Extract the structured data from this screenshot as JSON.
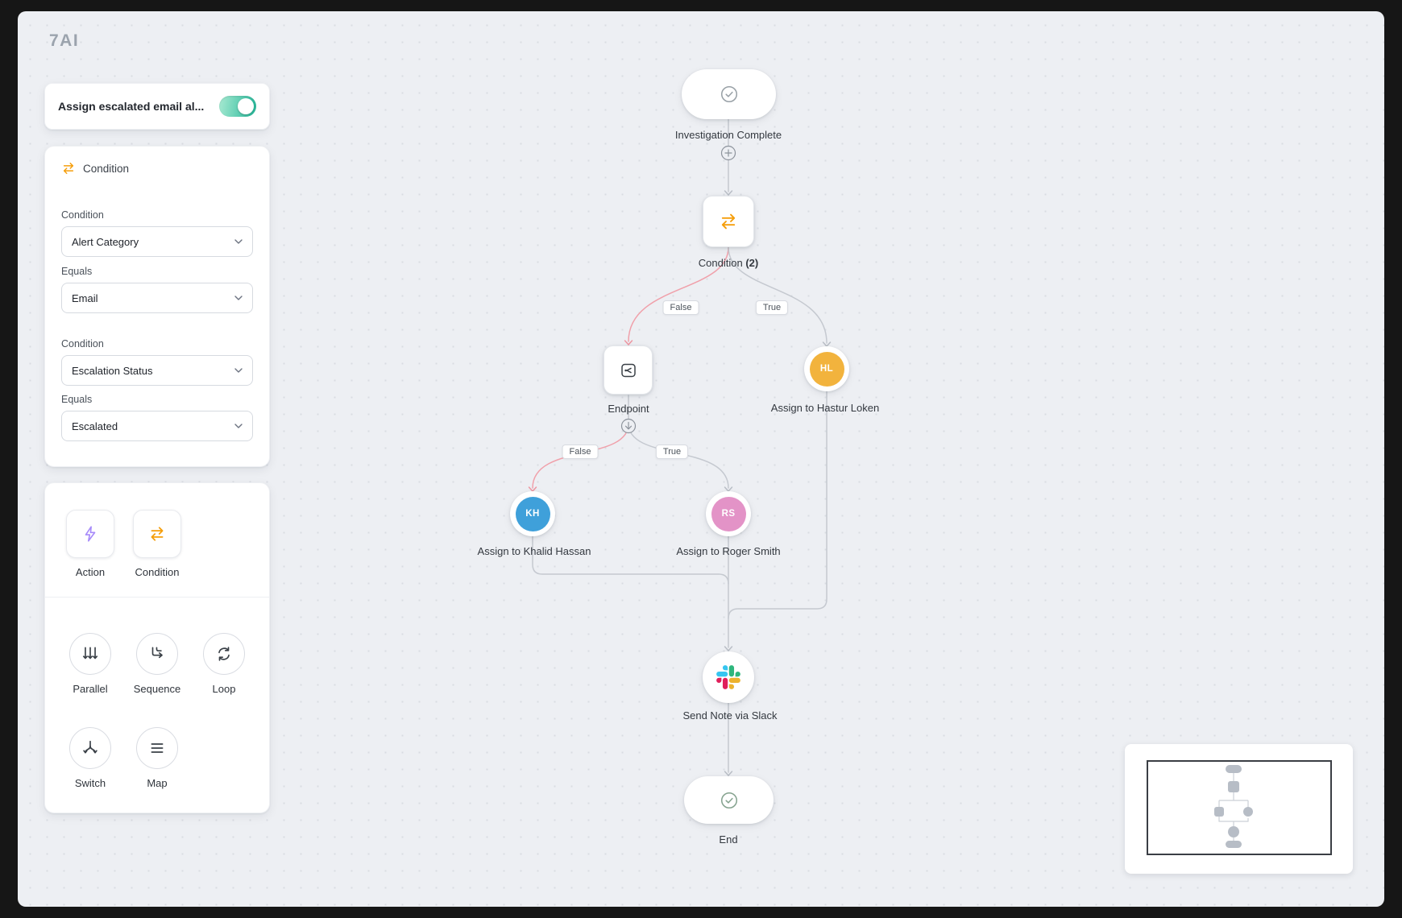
{
  "app": {
    "logo_text": "7AI"
  },
  "workflow_toggle_card": {
    "title": "Assign escalated email al...",
    "enabled": true
  },
  "condition_panel": {
    "title": "Condition",
    "fields": [
      {
        "label": "Condition",
        "value": "Alert Category"
      },
      {
        "label": "Equals",
        "value": "Email"
      },
      {
        "label": "Condition",
        "value": "Escalation Status"
      },
      {
        "label": "Equals",
        "value": "Escalated"
      }
    ]
  },
  "palette": {
    "row1": [
      {
        "label": "Action",
        "icon": "lightning-icon"
      },
      {
        "label": "Condition",
        "icon": "swap-arrows-icon"
      }
    ],
    "row2": [
      {
        "label": "Parallel",
        "icon": "parallel-arrows-icon"
      },
      {
        "label": "Sequence",
        "icon": "sequence-icon"
      },
      {
        "label": "Loop",
        "icon": "loop-icon"
      }
    ],
    "row3": [
      {
        "label": "Switch",
        "icon": "switch-branch-icon"
      },
      {
        "label": "Map",
        "icon": "menu-lines-icon"
      }
    ]
  },
  "canvas": {
    "nodes": {
      "start": {
        "label": "Investigation Complete"
      },
      "condition": {
        "label": "Condition",
        "count": "(2)"
      },
      "endpoint": {
        "label": "Endpoint"
      },
      "assign_hl": {
        "label": "Assign to Hastur Loken",
        "initials": "HL",
        "color": "#F2B33D"
      },
      "assign_kh": {
        "label": "Assign to Khalid Hassan",
        "initials": "KH",
        "color": "#3FA0DA"
      },
      "assign_rs": {
        "label": "Assign to Roger Smith",
        "initials": "RS",
        "color": "#E393C7"
      },
      "slack": {
        "label": "Send Note via Slack"
      },
      "end": {
        "label": "End"
      }
    },
    "edge_labels": {
      "false": "False",
      "true": "True"
    }
  },
  "colors": {
    "toggle_accent": "#2FBC9E",
    "condition_icon": "#F59E0B",
    "action_icon": "#A78BFA",
    "false_edge": "#F0A0AA",
    "true_edge": "#C5C9D0",
    "slack_logo": [
      "#36C5F0",
      "#2EB67D",
      "#ECB22E",
      "#E01E5A"
    ]
  }
}
